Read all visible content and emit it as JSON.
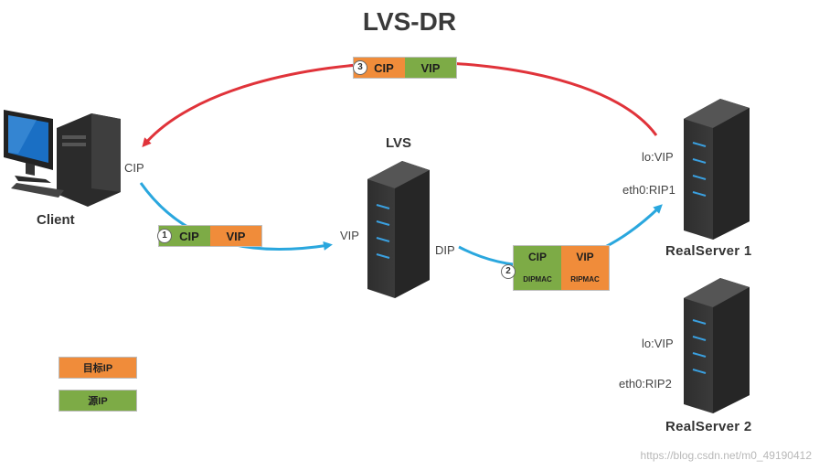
{
  "title": "LVS-DR",
  "nodes": {
    "client": {
      "label": "Client",
      "cip": "CIP"
    },
    "lvs": {
      "label": "LVS",
      "vip": "VIP",
      "dip": "DIP"
    },
    "realserver1": {
      "label": "RealServer 1",
      "lo": "lo:VIP",
      "eth0": "eth0:RIP1"
    },
    "realserver2": {
      "label": "RealServer 2",
      "lo": "lo:VIP",
      "eth0": "eth0:RIP2"
    }
  },
  "packets": {
    "p1": {
      "num": "1",
      "left": "CIP",
      "right": "VIP"
    },
    "p2": {
      "num": "2",
      "top_left": "CIP",
      "top_right": "VIP",
      "bottom_left": "DIPMAC",
      "bottom_right": "RIPMAC"
    },
    "p3": {
      "num": "3",
      "left": "CIP",
      "right": "VIP"
    }
  },
  "legend": {
    "target": "目标IP",
    "source": "源IP"
  },
  "colors": {
    "target": "#f08c3a",
    "source": "#7dab46",
    "request_arrow": "#2aa7de",
    "response_arrow": "#e0333a"
  },
  "watermark": "https://blog.csdn.net/m0_49190412"
}
